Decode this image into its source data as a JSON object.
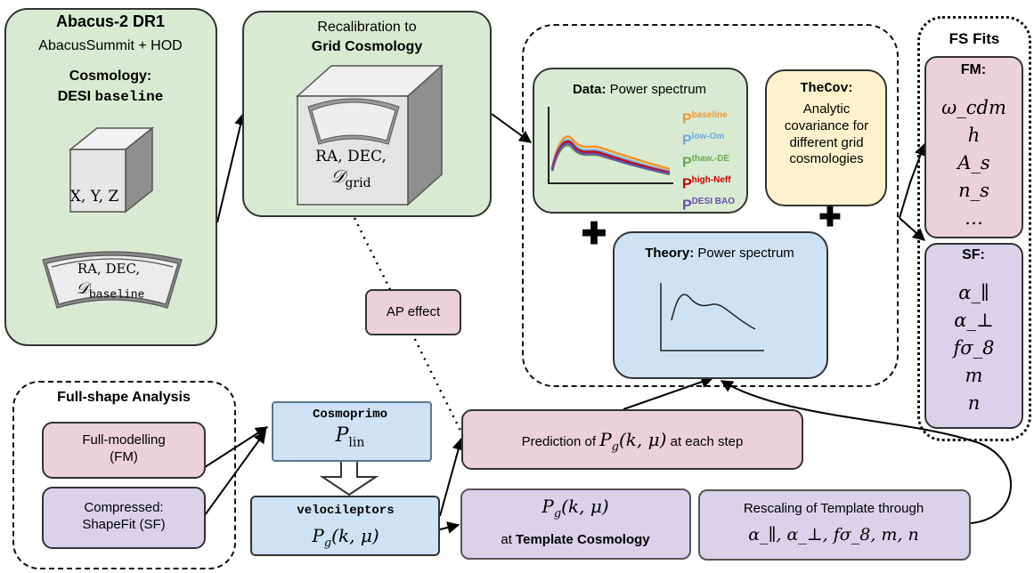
{
  "abacus": {
    "title": "Abacus-2 DR1",
    "line1": "AbacusSummit + HOD",
    "cosmo_label": "Cosmology:",
    "cosmo_prefix": "DESI",
    "cosmo_mono": "baseline",
    "cube_text": "X, Y, Z",
    "sky_line1": "RA, DEC,",
    "sky_line2_sym": "𝒟",
    "sky_line2_sub": "baseline"
  },
  "recal": {
    "line1": "Recalibration to",
    "line2": "Grid Cosmology",
    "cube_line1": "RA, DEC,",
    "cube_line2_sym": "𝒟",
    "cube_line2_sub": "grid"
  },
  "data_box": {
    "title_bold": "Data:",
    "title_rest": "Power spectrum",
    "legend": [
      {
        "prefix": "P",
        "sup": "baseline",
        "color": "#f0962c"
      },
      {
        "prefix": "P",
        "sup": "low-Om",
        "color": "#6fa8dc"
      },
      {
        "prefix": "P",
        "sup": "thaw.-DE",
        "color": "#6aa84f"
      },
      {
        "prefix": "P",
        "sup": "high-Neff",
        "color": "#cc0000"
      },
      {
        "prefix": "P",
        "sup": "DESI BAO",
        "color": "#674ea7"
      }
    ]
  },
  "thecov": {
    "title": "TheCov",
    "colon": ":",
    "lines": [
      "Analytic",
      "covariance for",
      "different grid",
      "cosmologies"
    ]
  },
  "theory": {
    "title_bold": "Theory:",
    "title_rest": "Power spectrum"
  },
  "fsfits": {
    "title": "FS Fits",
    "fm_title": "FM:",
    "fm_params": [
      "ω_cdm",
      "h",
      "A_s",
      "n_s",
      "…"
    ],
    "sf_title": "SF:",
    "sf_params": [
      "α_∥",
      "α_⊥",
      "fσ_8",
      "m",
      "n"
    ]
  },
  "ap": {
    "label": "AP effect"
  },
  "fullshape": {
    "title": "Full-shape Analysis",
    "fm_line1": "Full-modelling",
    "fm_line2": "(FM)",
    "sf_line1": "Compressed:",
    "sf_line2": "ShapeFit (SF)"
  },
  "cosmoprimo": {
    "name": "Cosmoprimo",
    "sym": "P",
    "sub": "lin"
  },
  "velocileptors": {
    "name": "velocileptors",
    "sym": "P",
    "sub": "g",
    "args": "(k, μ)"
  },
  "prediction": {
    "pre": "Prediction of",
    "sym": "P",
    "sub": "g",
    "args": "(k, μ)",
    "post": "at each step"
  },
  "template": {
    "sym": "P",
    "sub": "g",
    "args": "(k, μ)",
    "at": "at",
    "bold": "Template Cosmology"
  },
  "rescaling": {
    "line1": "Rescaling of Template through",
    "params": "α_∥, α_⊥, fσ_8, m, n"
  }
}
